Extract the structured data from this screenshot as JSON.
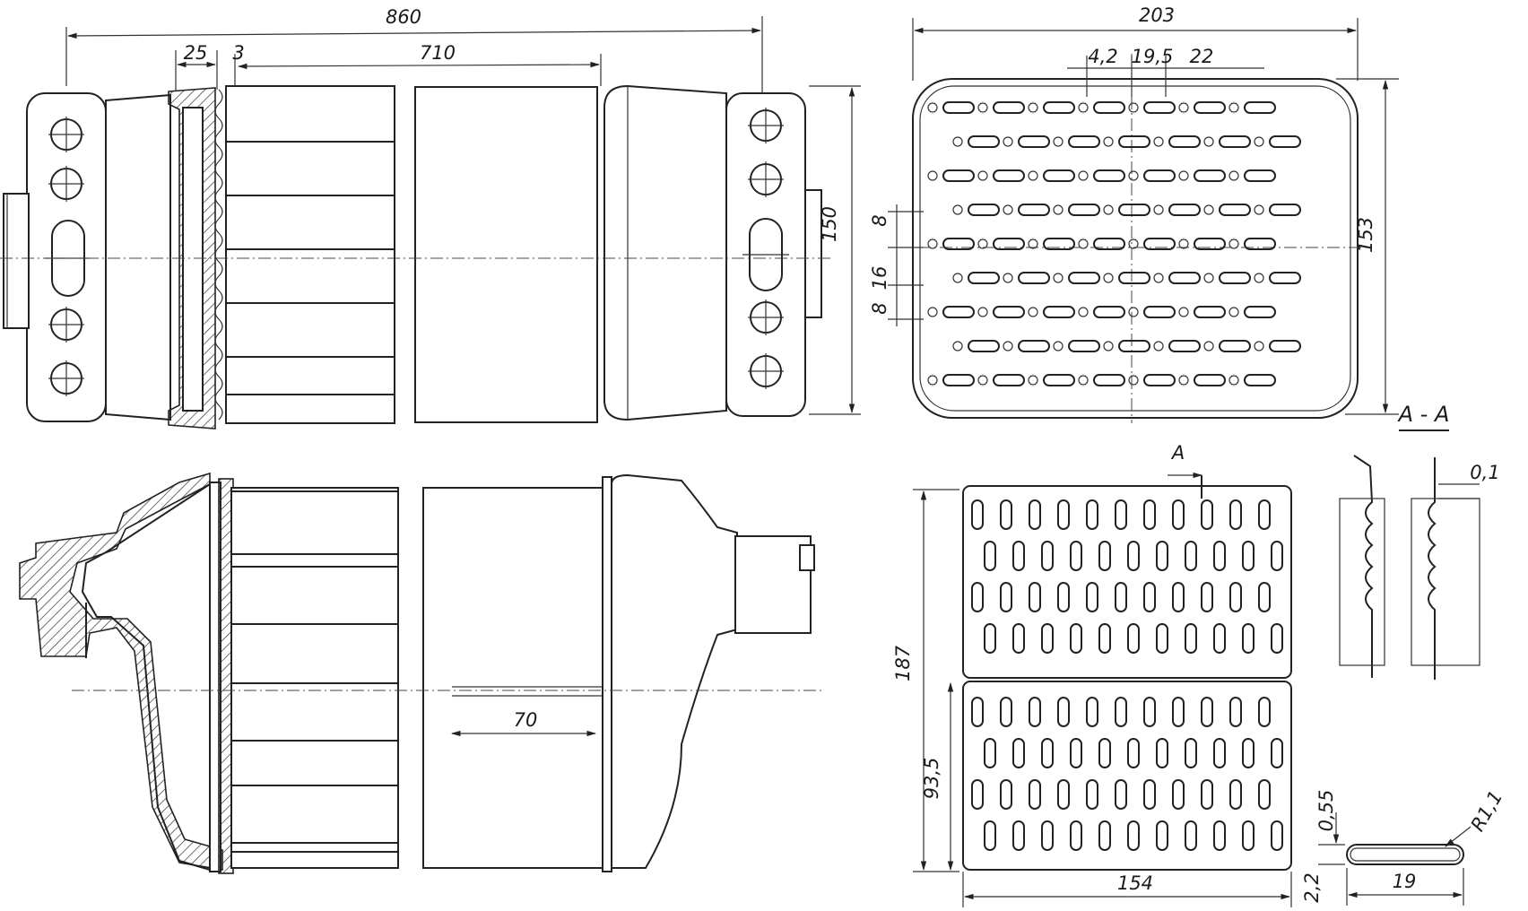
{
  "dimensions": {
    "overall_length": "860",
    "flange_width": "25",
    "gap": "3",
    "core_length": "710",
    "height": "150",
    "section_width": "203",
    "pitch_a": "4,2",
    "pitch_b": "19,5",
    "pitch_c": "22",
    "section_height": "153",
    "spacing_8_top": "8",
    "spacing_16": "16",
    "spacing_8_bottom": "8",
    "inner_length": "70",
    "plate_height": "187",
    "half_height": "93,5",
    "plate_width": "154",
    "wall_thickness": "0,1",
    "tube_wall": "0,55",
    "tube_radius": "R1,1",
    "tube_height": "2,2",
    "tube_width": "19"
  },
  "labels": {
    "section": "A - A",
    "cut_marker": "A"
  }
}
